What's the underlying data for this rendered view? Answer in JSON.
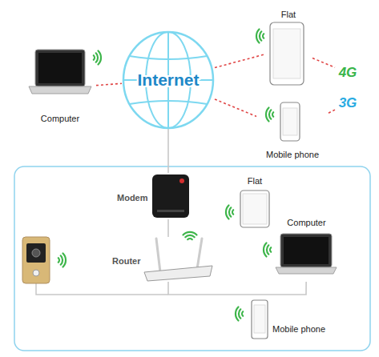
{
  "diagram": {
    "nodes": [
      {
        "text": [
          "Internet"
        ]
      },
      {
        "text": [
          "Computer"
        ]
      },
      {
        "text": [
          "Flat"
        ]
      },
      {
        "text": [
          "Mobile phone"
        ]
      },
      {
        "text": [
          "4G"
        ]
      },
      {
        "text": [
          "3G"
        ]
      },
      {
        "text": [
          "Modem"
        ]
      },
      {
        "text": [
          "Flat"
        ]
      },
      {
        "text": [
          "Router"
        ]
      },
      {
        "text": [
          "Computer"
        ]
      },
      {
        "text": [
          "Mobile phone"
        ]
      }
    ],
    "edges": [
      {
        "from": 1,
        "to": 0,
        "arrow": "none"
      },
      {
        "from": 0,
        "to": 2,
        "arrow": "none"
      },
      {
        "from": 0,
        "to": 3,
        "arrow": "none"
      },
      {
        "from": 2,
        "to": 4,
        "arrow": "none"
      },
      {
        "from": 3,
        "to": 5,
        "arrow": "none"
      },
      {
        "from": 0,
        "to": 6,
        "arrow": "none"
      },
      {
        "from": 6,
        "to": 8,
        "arrow": "none"
      },
      {
        "from": 8,
        "to": 9,
        "arrow": "none"
      }
    ]
  }
}
